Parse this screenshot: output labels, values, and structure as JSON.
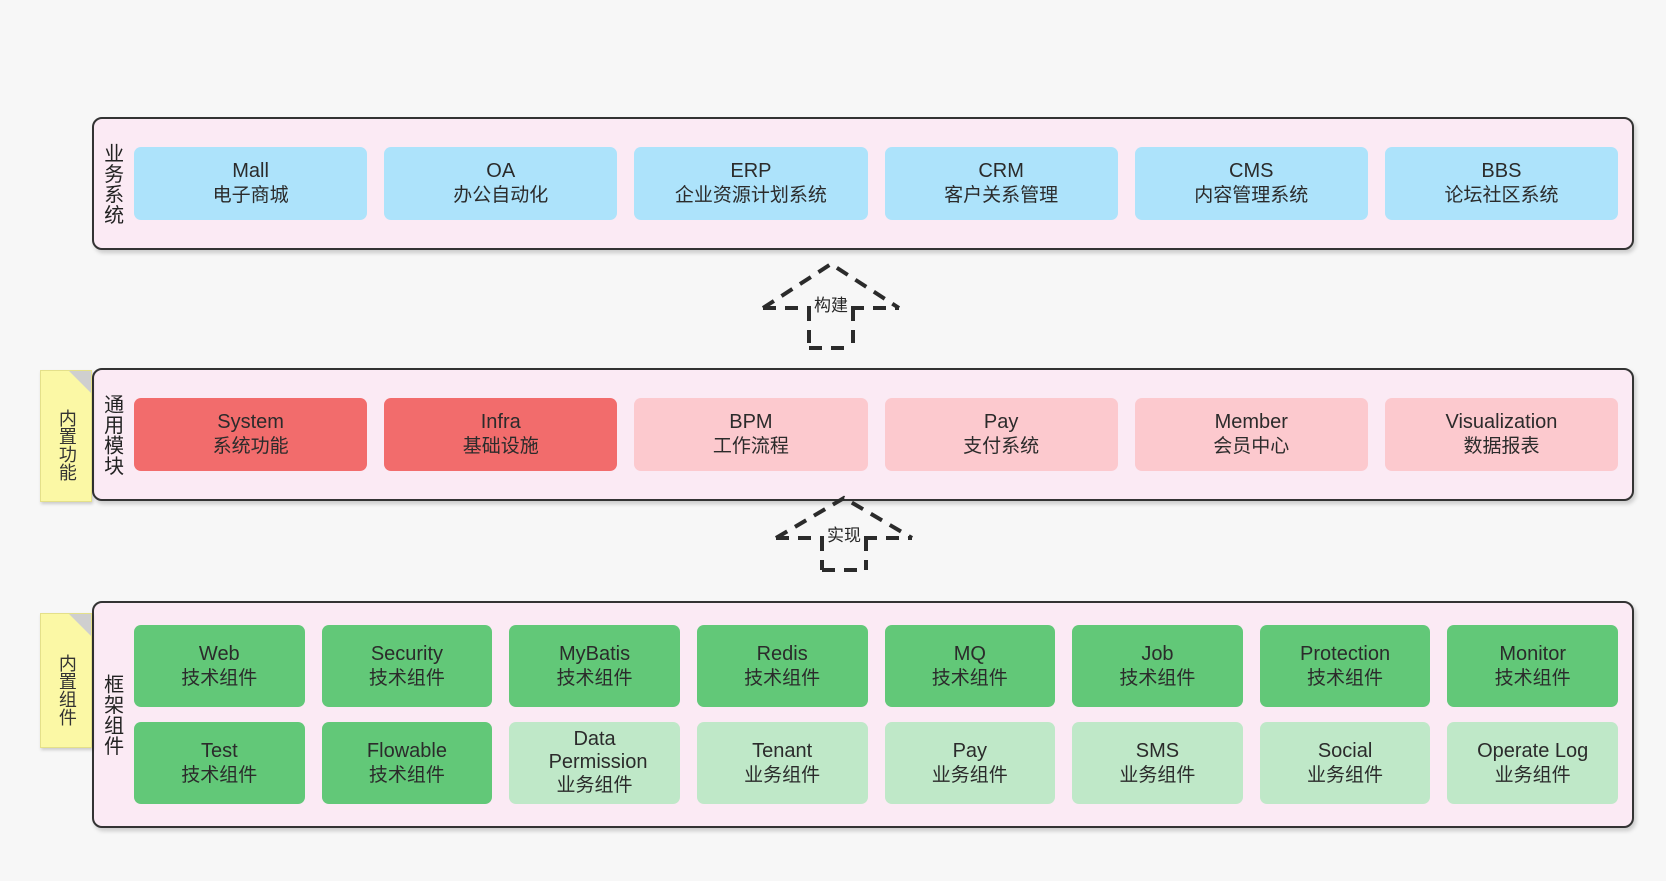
{
  "diagram": {
    "background_color": "#f7f7f7",
    "panel_color": "#fbeaf4",
    "panel_border_color": "#333333"
  },
  "notes": [
    {
      "name": "builtin-features-note",
      "text": "内置功能",
      "color": "#fbf8a5"
    },
    {
      "name": "builtin-components-note",
      "text": "内置组件",
      "color": "#fbf8a5"
    }
  ],
  "connectors": [
    {
      "name": "build-connector",
      "label": "构建",
      "style": "dashed-hollow-arrow-up"
    },
    {
      "name": "implement-connector",
      "label": "实现",
      "style": "dashed-hollow-arrow-up"
    }
  ],
  "layers": [
    {
      "id": "business-systems",
      "title": "业务系统",
      "rows": [
        {
          "nodes": [
            {
              "title": "Mall",
              "sub": "电子商城",
              "color": "#ade3fb",
              "tone": "blue"
            },
            {
              "title": "OA",
              "sub": "办公自动化",
              "color": "#ade3fb",
              "tone": "blue"
            },
            {
              "title": "ERP",
              "sub": "企业资源计划系统",
              "color": "#ade3fb",
              "tone": "blue"
            },
            {
              "title": "CRM",
              "sub": "客户关系管理",
              "color": "#ade3fb",
              "tone": "blue"
            },
            {
              "title": "CMS",
              "sub": "内容管理系统",
              "color": "#ade3fb",
              "tone": "blue"
            },
            {
              "title": "BBS",
              "sub": "论坛社区系统",
              "color": "#ade3fb",
              "tone": "blue"
            }
          ]
        }
      ]
    },
    {
      "id": "general-modules",
      "title": "通用模块",
      "rows": [
        {
          "nodes": [
            {
              "title": "System",
              "sub": "系统功能",
              "color": "#f26c6c",
              "tone": "red-strong"
            },
            {
              "title": "Infra",
              "sub": "基础设施",
              "color": "#f26c6c",
              "tone": "red-strong"
            },
            {
              "title": "BPM",
              "sub": "工作流程",
              "color": "#fcc9ce",
              "tone": "red-light"
            },
            {
              "title": "Pay",
              "sub": "支付系统",
              "color": "#fcc9ce",
              "tone": "red-light"
            },
            {
              "title": "Member",
              "sub": "会员中心",
              "color": "#fcc9ce",
              "tone": "red-light"
            },
            {
              "title": "Visualization",
              "sub": "数据报表",
              "color": "#fcc9ce",
              "tone": "red-light"
            }
          ]
        }
      ]
    },
    {
      "id": "framework-components",
      "title": "框架组件",
      "rows": [
        {
          "nodes": [
            {
              "title": "Web",
              "sub": "技术组件",
              "color": "#62c878",
              "tone": "green-strong"
            },
            {
              "title": "Security",
              "sub": "技术组件",
              "color": "#62c878",
              "tone": "green-strong"
            },
            {
              "title": "MyBatis",
              "sub": "技术组件",
              "color": "#62c878",
              "tone": "green-strong"
            },
            {
              "title": "Redis",
              "sub": "技术组件",
              "color": "#62c878",
              "tone": "green-strong"
            },
            {
              "title": "MQ",
              "sub": "技术组件",
              "color": "#62c878",
              "tone": "green-strong"
            },
            {
              "title": "Job",
              "sub": "技术组件",
              "color": "#62c878",
              "tone": "green-strong"
            },
            {
              "title": "Protection",
              "sub": "技术组件",
              "color": "#62c878",
              "tone": "green-strong"
            },
            {
              "title": "Monitor",
              "sub": "技术组件",
              "color": "#62c878",
              "tone": "green-strong"
            }
          ]
        },
        {
          "nodes": [
            {
              "title": "Test",
              "sub": "技术组件",
              "color": "#62c878",
              "tone": "green-strong"
            },
            {
              "title": "Flowable",
              "sub": "技术组件",
              "color": "#62c878",
              "tone": "green-strong"
            },
            {
              "title": "Data Permission",
              "sub": "业务组件",
              "color": "#bfe8c8",
              "tone": "green-light"
            },
            {
              "title": "Tenant",
              "sub": "业务组件",
              "color": "#bfe8c8",
              "tone": "green-light"
            },
            {
              "title": "Pay",
              "sub": "业务组件",
              "color": "#bfe8c8",
              "tone": "green-light"
            },
            {
              "title": "SMS",
              "sub": "业务组件",
              "color": "#bfe8c8",
              "tone": "green-light"
            },
            {
              "title": "Social",
              "sub": "业务组件",
              "color": "#bfe8c8",
              "tone": "green-light"
            },
            {
              "title": "Operate Log",
              "sub": "业务组件",
              "color": "#bfe8c8",
              "tone": "green-light"
            }
          ]
        }
      ]
    }
  ]
}
